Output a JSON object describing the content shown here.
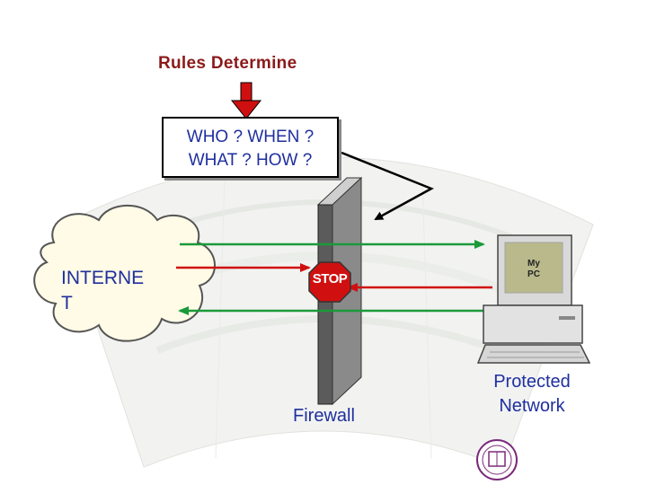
{
  "diagram": {
    "title": "Rules Determine",
    "questions": [
      "WHO ? WHEN ?",
      "WHAT ? HOW ?"
    ],
    "internet_label": "INTERNE\nT",
    "stop_sign_text": "STOP",
    "firewall_label": "Firewall",
    "pc_label": "My\nPC",
    "protected_label": "Protected Network"
  },
  "colors": {
    "title": "#8b1a1a",
    "text_blue": "#1f2f9f",
    "arrow_green": "#1a9a3a",
    "arrow_red": "#d01010",
    "cloud_fill": "#fffbe6",
    "firewall_face": "#8a8a8a",
    "stop_red": "#d01010"
  },
  "icons": [
    "cloud-icon",
    "stop-sign-icon",
    "computer-icon",
    "university-logo-icon"
  ]
}
